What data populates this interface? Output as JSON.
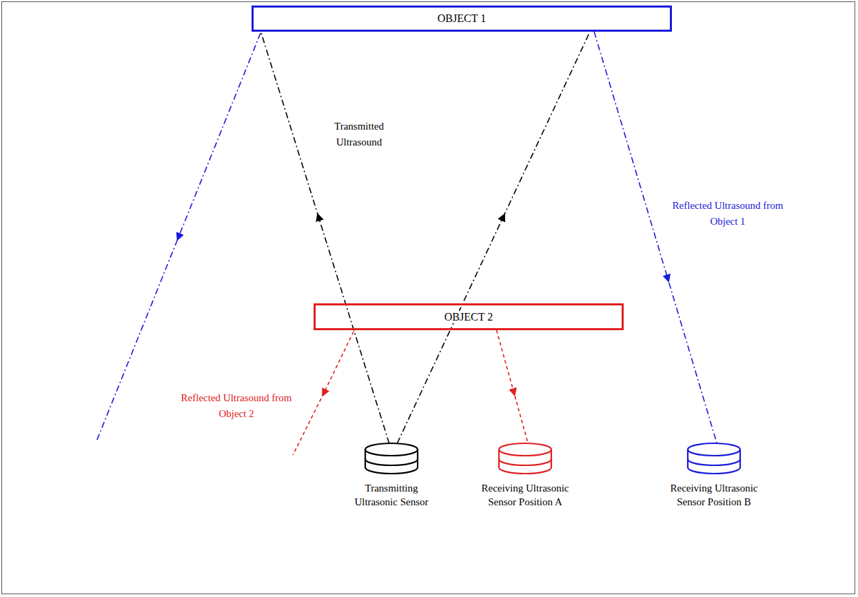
{
  "diagram": {
    "nodes": [
      {
        "text": [
          "OBJECT 1"
        ]
      },
      {
        "text": [
          "OBJECT 2"
        ]
      },
      {
        "text": [
          "Transmitting Ultrasonic Sensor"
        ]
      },
      {
        "text": [
          "Receiving Ultrasonic Sensor Position A"
        ]
      },
      {
        "text": [
          "Receiving Ultrasonic Sensor Position B"
        ]
      }
    ],
    "edges": [
      {
        "from": 2,
        "to": 0,
        "arrow": "to"
      },
      {
        "from": 2,
        "to": 0,
        "arrow": "to"
      },
      {
        "from": 0,
        "to": 4,
        "arrow": "to"
      },
      {
        "from": 1,
        "to": 3,
        "arrow": "to"
      }
    ],
    "labels": [
      "Transmitted Ultrasound",
      "Reflected Ultrasound from Object 1",
      "Reflected Ultrasound from Object 2"
    ]
  }
}
